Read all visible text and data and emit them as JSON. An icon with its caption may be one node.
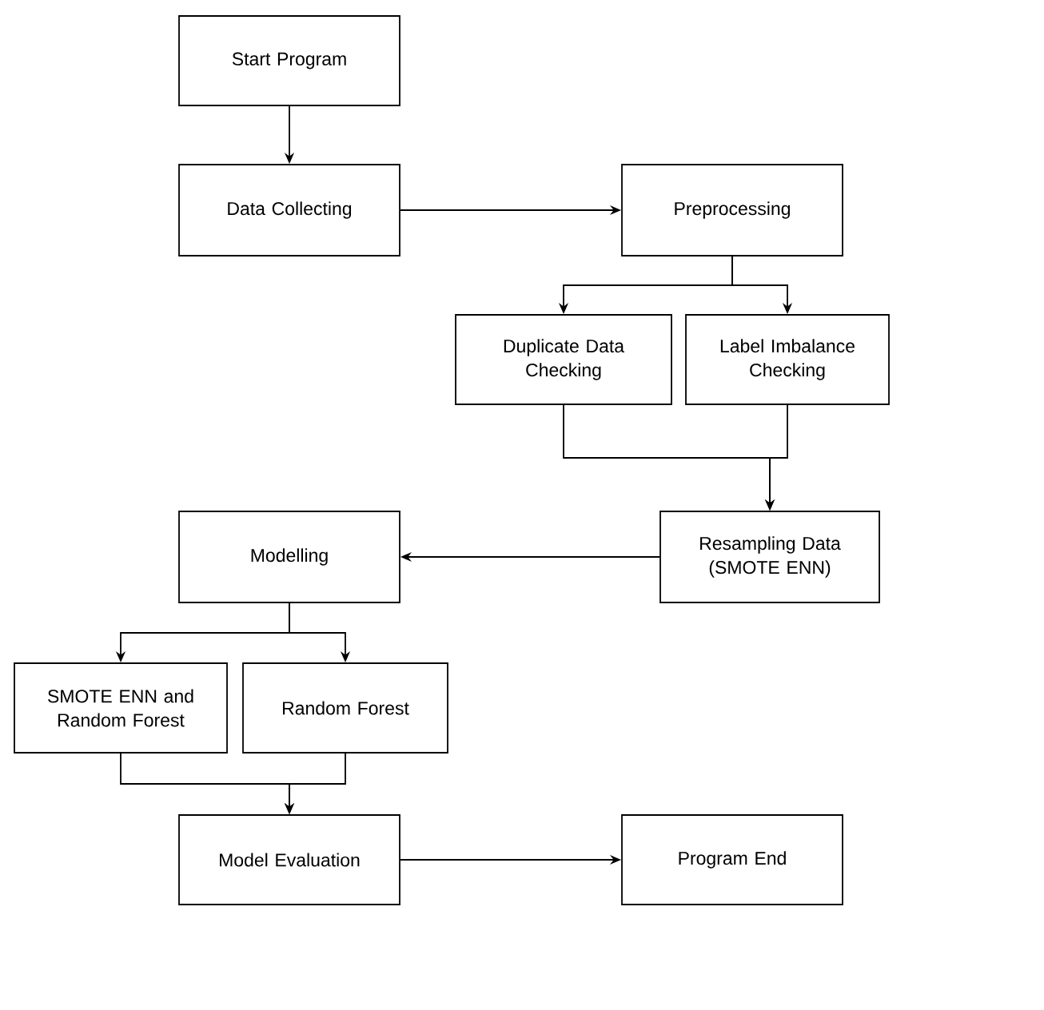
{
  "diagram": {
    "nodes": [
      {
        "text": [
          "Start Program"
        ]
      },
      {
        "text": [
          "Data Collecting"
        ]
      },
      {
        "text": [
          "Preprocessing"
        ]
      },
      {
        "text": [
          "Duplicate Data Checking"
        ]
      },
      {
        "text": [
          "Label Imbalance Checking"
        ]
      },
      {
        "text": [
          "Resampling Data (SMOTE ENN)"
        ]
      },
      {
        "text": [
          "Modelling"
        ]
      },
      {
        "text": [
          "SMOTE ENN and Random Forest"
        ]
      },
      {
        "text": [
          "Random Forest"
        ]
      },
      {
        "text": [
          "Model Evaluation"
        ]
      },
      {
        "text": [
          "Program End"
        ]
      }
    ],
    "edges": [
      {
        "from": 0,
        "to": 1,
        "arrow": "to"
      },
      {
        "from": 1,
        "to": 2,
        "arrow": "to"
      },
      {
        "from": 2,
        "to": 3,
        "arrow": "to"
      },
      {
        "from": 2,
        "to": 4,
        "arrow": "to"
      },
      {
        "from": 3,
        "to": 5,
        "arrow": "to"
      },
      {
        "from": 4,
        "to": 5,
        "arrow": "to"
      },
      {
        "from": 5,
        "to": 6,
        "arrow": "to"
      },
      {
        "from": 6,
        "to": 7,
        "arrow": "to"
      },
      {
        "from": 6,
        "to": 8,
        "arrow": "to"
      },
      {
        "from": 7,
        "to": 9,
        "arrow": "to"
      },
      {
        "from": 8,
        "to": 9,
        "arrow": "to"
      },
      {
        "from": 9,
        "to": 10,
        "arrow": "to"
      }
    ]
  }
}
